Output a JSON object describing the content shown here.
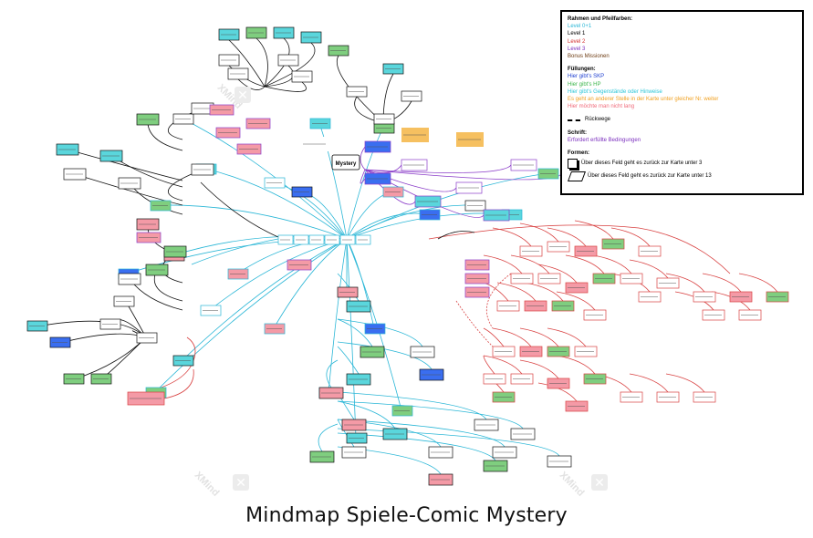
{
  "title": "Mindmap Spiele-Comic Mystery",
  "center_label": "Mystery",
  "legend": {
    "frame_heading": "Rahmen und Pfeilfarben:",
    "levels": [
      {
        "label": "Level 0+1",
        "color": "#29b6d6"
      },
      {
        "label": "Level 1",
        "color": "#000000"
      },
      {
        "label": "Level 2",
        "color": "#d32f2f"
      },
      {
        "label": "Level 3",
        "color": "#7b2fbe"
      },
      {
        "label": "Bonus Missionen",
        "color": "#6d3b12"
      }
    ],
    "fill_heading": "Füllungen:",
    "fills": [
      {
        "label": "Hier gibt's SKP",
        "color": "#1f3fd1"
      },
      {
        "label": "Hier gibt's HP",
        "color": "#3bb54a"
      },
      {
        "label": "Hier gibt's Gegenstände oder Hinweise",
        "color": "#2cc6d8"
      },
      {
        "label": "Es geht an anderer Stelle in der Karte unter gleicher Nr. weiter",
        "color": "#f0a020"
      },
      {
        "label": "Hier möchte man nicht lang",
        "color": "#f06a7a"
      }
    ],
    "return_label": "Rückwege",
    "font_heading": "Schrift:",
    "font_desc": {
      "label": "Erfordert erfüllte Bedingungen",
      "color": "#7b2fbe"
    },
    "shapes_heading": "Formen:",
    "shapes": [
      {
        "label": "Über dieses Feld geht es zurück zur Karte unter 3"
      },
      {
        "label": "Über dieses Feld geht es zurück zur Karte unter 13"
      }
    ]
  },
  "watermark": "XMind"
}
